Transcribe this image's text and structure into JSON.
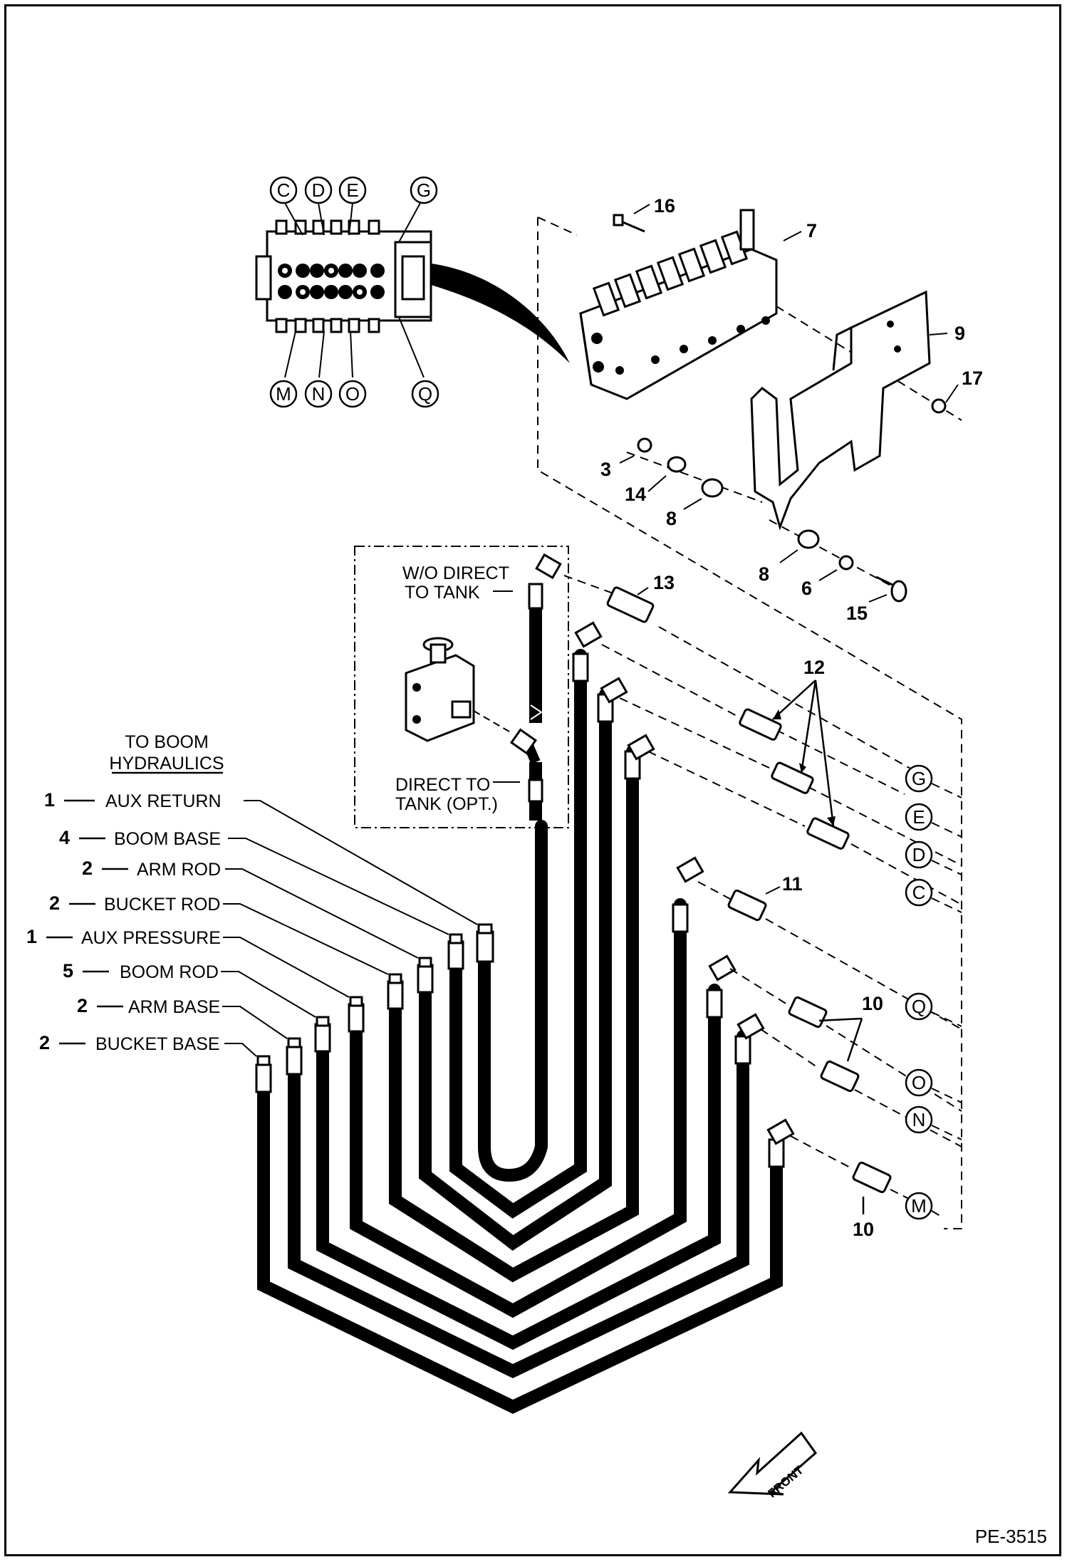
{
  "valve_ports_top": [
    "C",
    "D",
    "E",
    "G"
  ],
  "valve_ports_bottom": [
    "M",
    "N",
    "O",
    "Q"
  ],
  "callouts": {
    "c16": "16",
    "c7": "7",
    "c9": "9",
    "c17": "17",
    "c3": "3",
    "c14": "14",
    "c8a": "8",
    "c8b": "8",
    "c6": "6",
    "c15": "15",
    "c13": "13",
    "c12": "12",
    "c11": "11",
    "c10a": "10",
    "c10b": "10"
  },
  "inset": {
    "wo_direct_line1": "W/O DIRECT",
    "wo_direct_line2": "TO TANK",
    "direct_line1": "DIRECT TO",
    "direct_line2": "TANK (OPT.)"
  },
  "boom_header_line1": "TO BOOM",
  "boom_header_line2": "HYDRAULICS",
  "hose_labels": [
    {
      "qty": "1",
      "name": "AUX RETURN"
    },
    {
      "qty": "4",
      "name": "BOOM BASE"
    },
    {
      "qty": "2",
      "name": "ARM ROD"
    },
    {
      "qty": "2",
      "name": "BUCKET ROD"
    },
    {
      "qty": "1",
      "name": "AUX PRESSURE"
    },
    {
      "qty": "5",
      "name": "BOOM ROD"
    },
    {
      "qty": "2",
      "name": "ARM BASE"
    },
    {
      "qty": "2",
      "name": "BUCKET BASE"
    }
  ],
  "port_letters_right": [
    "G",
    "E",
    "D",
    "C",
    "Q",
    "O",
    "N",
    "M"
  ],
  "front_arrow_label": "FRONT",
  "page_code": "PE-3515"
}
